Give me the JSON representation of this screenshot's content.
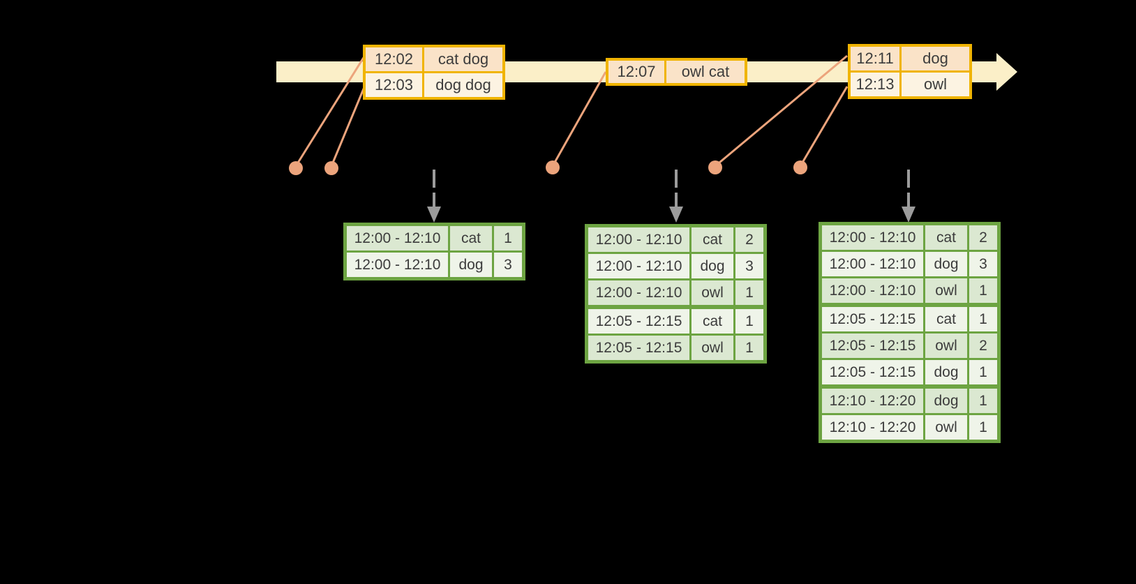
{
  "diagram": {
    "background": "#000000",
    "colors": {
      "timeline_fill": "#fbefc8",
      "event_table_border": "#f0b400",
      "event_row_peach": "#fae3c8",
      "event_row_cream": "#fcf3e2",
      "connector_salmon": "#eca47c",
      "result_table_border": "#6da442",
      "result_row_dark": "#dbe8d1",
      "result_row_light": "#eff4e9",
      "trigger_arrow_gray": "#9c9c9c",
      "text": "#3c3c3c"
    }
  },
  "timeline": {
    "direction": "left-to-right",
    "event_dots": [
      {
        "label": "12:02"
      },
      {
        "label": "12:03"
      },
      {
        "label": "12:07"
      },
      {
        "label": "12:11"
      },
      {
        "label": "12:13"
      }
    ]
  },
  "event_tables": [
    {
      "rows": [
        {
          "time": "12:02",
          "words": "cat dog"
        },
        {
          "time": "12:03",
          "words": "dog dog"
        }
      ]
    },
    {
      "rows": [
        {
          "time": "12:07",
          "words": "owl cat"
        }
      ]
    },
    {
      "rows": [
        {
          "time": "12:11",
          "words": "dog"
        },
        {
          "time": "12:13",
          "words": "owl"
        }
      ]
    }
  ],
  "result_tables": [
    {
      "rows": [
        {
          "window": "12:00 - 12:10",
          "word": "cat",
          "count": "1"
        },
        {
          "window": "12:00 - 12:10",
          "word": "dog",
          "count": "3"
        }
      ]
    },
    {
      "rows": [
        {
          "window": "12:00 - 12:10",
          "word": "cat",
          "count": "2"
        },
        {
          "window": "12:00 - 12:10",
          "word": "dog",
          "count": "3"
        },
        {
          "window": "12:00 - 12:10",
          "word": "owl",
          "count": "1"
        },
        {
          "window": "12:05 - 12:15",
          "word": "cat",
          "count": "1"
        },
        {
          "window": "12:05 - 12:15",
          "word": "owl",
          "count": "1"
        }
      ]
    },
    {
      "rows": [
        {
          "window": "12:00 - 12:10",
          "word": "cat",
          "count": "2"
        },
        {
          "window": "12:00 - 12:10",
          "word": "dog",
          "count": "3"
        },
        {
          "window": "12:00 - 12:10",
          "word": "owl",
          "count": "1"
        },
        {
          "window": "12:05 - 12:15",
          "word": "cat",
          "count": "1"
        },
        {
          "window": "12:05 - 12:15",
          "word": "owl",
          "count": "2"
        },
        {
          "window": "12:05 - 12:15",
          "word": "dog",
          "count": "1"
        },
        {
          "window": "12:10 - 12:20",
          "word": "dog",
          "count": "1"
        },
        {
          "window": "12:10 - 12:20",
          "word": "owl",
          "count": "1"
        }
      ]
    }
  ]
}
